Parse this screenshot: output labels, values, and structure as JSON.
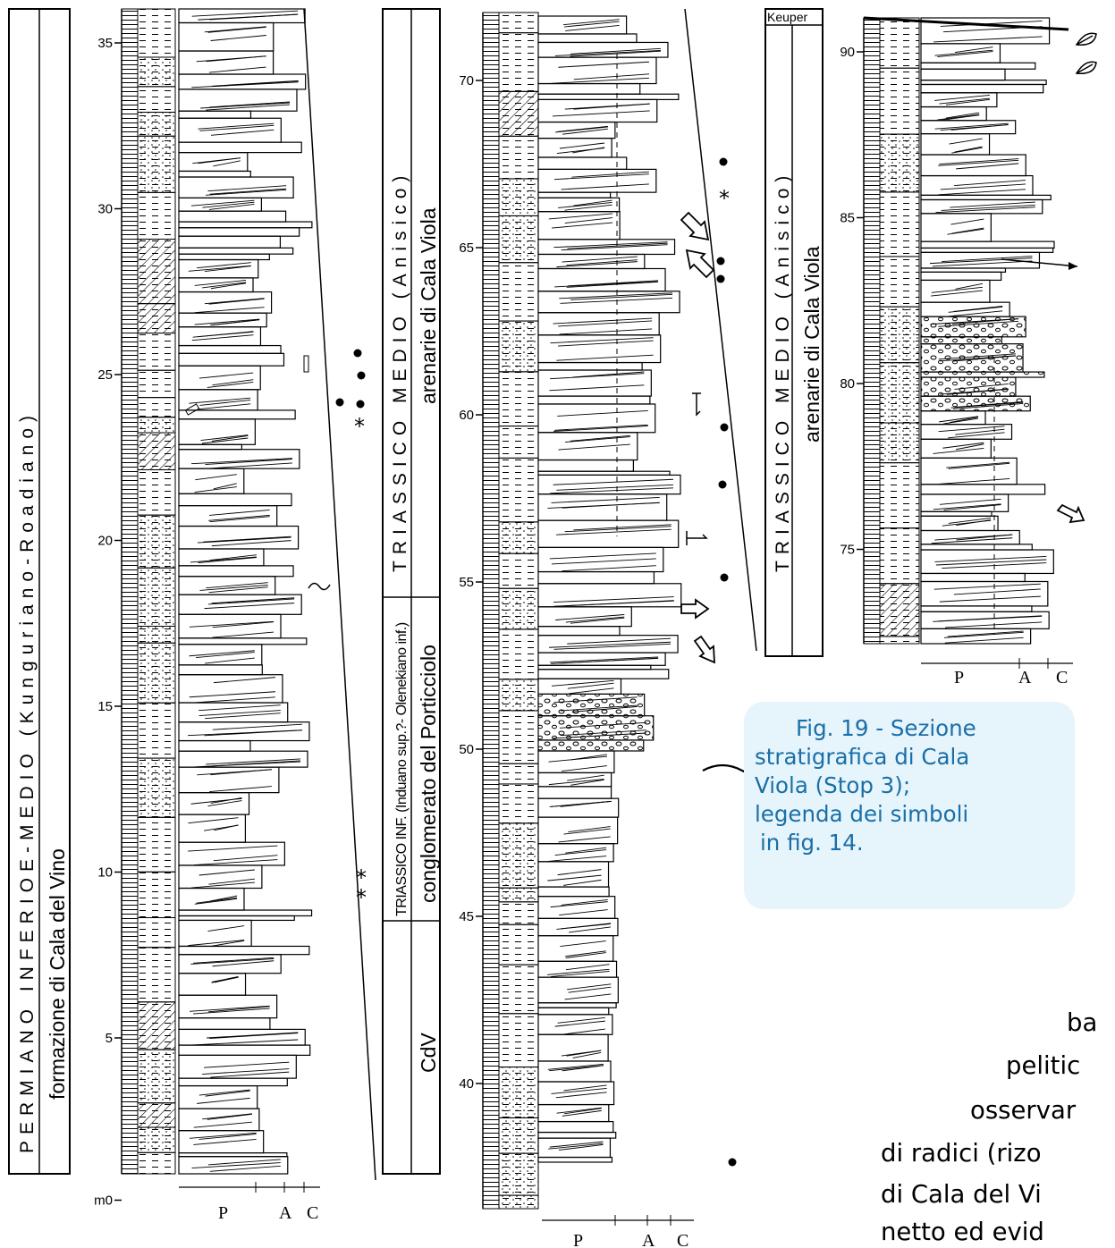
{
  "col1": {
    "period": "PERMIANO INFERIOE-MEDIO (Kunguriano-Roadiano)",
    "formation": "formazione di Cala del Vino",
    "ticks": [
      "35",
      "30",
      "25",
      "20",
      "15",
      "10",
      "5",
      "m0"
    ],
    "scale": [
      "P",
      "A",
      "C"
    ]
  },
  "col2": {
    "upper_period": "TRIASSICO MEDIO (Anisico)",
    "upper_formation": "arenarie di Cala Viola",
    "lower_period": "TRIASSICO INF. (Induano sup.?- Olenekiano inf.)",
    "lower_formation": "conglomerato del Porticciolo",
    "cdv": "CdV",
    "ticks": [
      "70",
      "65",
      "60",
      "55",
      "50",
      "45",
      "40"
    ],
    "scale": [
      "P",
      "A",
      "C"
    ]
  },
  "col3": {
    "top_unit": "Keuper",
    "period": "TRIASSICO MEDIO (Anisico)",
    "formation": "arenarie di Cala Viola",
    "ticks": [
      "90",
      "85",
      "80",
      "75"
    ],
    "scale": [
      "P",
      "A",
      "C"
    ]
  },
  "caption_lines": [
    "Fig. 19 - Sezione",
    "stratigrafica di Cala",
    "Viola (Stop 3);",
    "legenda dei simboli",
    "in fig. 14."
  ],
  "body_fragments": [
    "ba",
    "pelitic",
    "osservar",
    "di radici (rizo",
    "di Cala del Vi",
    "netto ed evid"
  ],
  "colors": {
    "caption_bg": "#e6f4fb",
    "caption_text": "#1a6fa8",
    "ink": "#000000"
  }
}
